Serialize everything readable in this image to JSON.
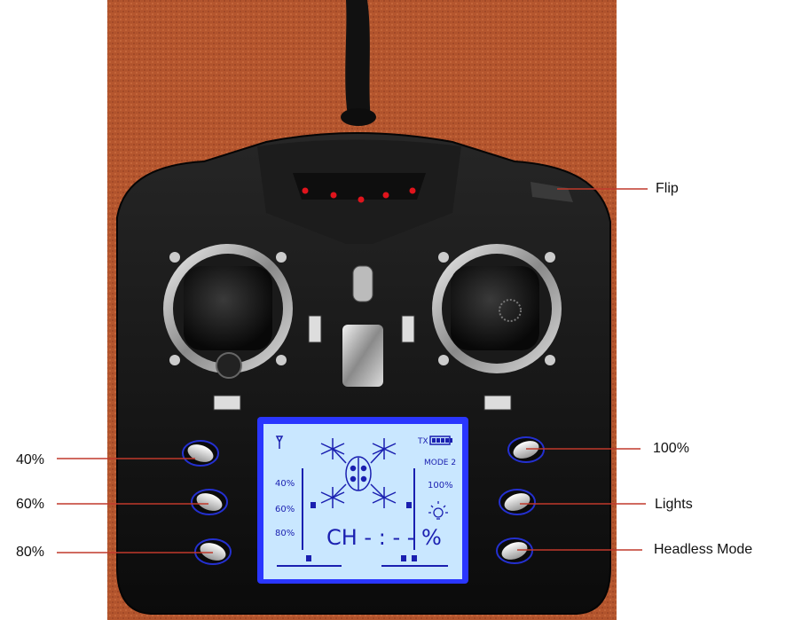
{
  "callouts": {
    "flip": "Flip",
    "pct_40": "40%",
    "pct_60": "60%",
    "pct_80": "80%",
    "pct_100": "100%",
    "lights": "Lights",
    "headless": "Headless Mode"
  },
  "lcd": {
    "tx_label": "TX",
    "mode_label": "MODE 2",
    "rate_40": "40%",
    "rate_60": "60%",
    "rate_80": "80%",
    "rate_100": "100%",
    "channel_readout": "CH - : - - %"
  },
  "colors": {
    "callout_line": "#c0392b",
    "carpet": "#b5562e",
    "controller_body": "#141414",
    "lcd_background": "#c9e7ff",
    "lcd_glow": "#2a36ff",
    "lcd_ink": "#1a1fb0",
    "led": "#e0141c"
  },
  "icons": {
    "antenna": "antenna-icon",
    "battery": "battery-icon",
    "ladybug": "ladybug-quadcopter-icon",
    "light": "light-bulb-icon",
    "signal": "signal-icon"
  }
}
